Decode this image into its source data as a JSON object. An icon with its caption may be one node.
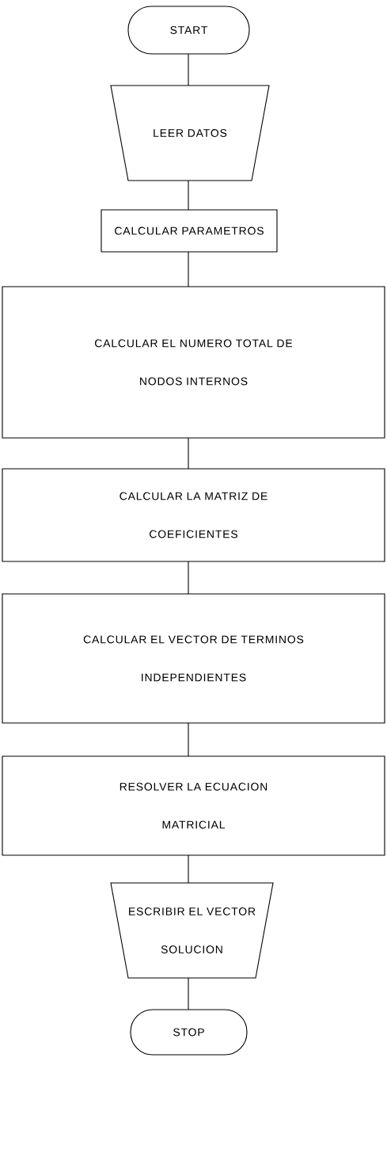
{
  "diagram": {
    "nodes": [
      {
        "text": [
          "START"
        ]
      },
      {
        "text": [
          "LEER DATOS"
        ]
      },
      {
        "text": [
          "CALCULAR PARAMETROS"
        ]
      },
      {
        "text": [
          "CALCULAR EL NUMERO TOTAL DE NODOS INTERNOS"
        ]
      },
      {
        "text": [
          "CALCULAR LA MATRIZ DE COEFICIENTES"
        ]
      },
      {
        "text": [
          "CALCULAR EL VECTOR DE TERMINOS INDEPENDIENTES"
        ]
      },
      {
        "text": [
          "RESOLVER LA ECUACION MATRICIAL"
        ]
      },
      {
        "text": [
          "ESCRIBIR EL VECTOR SOLUCION"
        ]
      },
      {
        "text": [
          "STOP"
        ]
      }
    ],
    "edges": [
      {
        "from": 0,
        "to": 1,
        "arrow": "none"
      },
      {
        "from": 1,
        "to": 2,
        "arrow": "none"
      },
      {
        "from": 2,
        "to": 3,
        "arrow": "none"
      },
      {
        "from": 3,
        "to": 4,
        "arrow": "none"
      },
      {
        "from": 4,
        "to": 5,
        "arrow": "none"
      },
      {
        "from": 5,
        "to": 6,
        "arrow": "none"
      },
      {
        "from": 6,
        "to": 7,
        "arrow": "none"
      },
      {
        "from": 7,
        "to": 8,
        "arrow": "none"
      }
    ]
  }
}
